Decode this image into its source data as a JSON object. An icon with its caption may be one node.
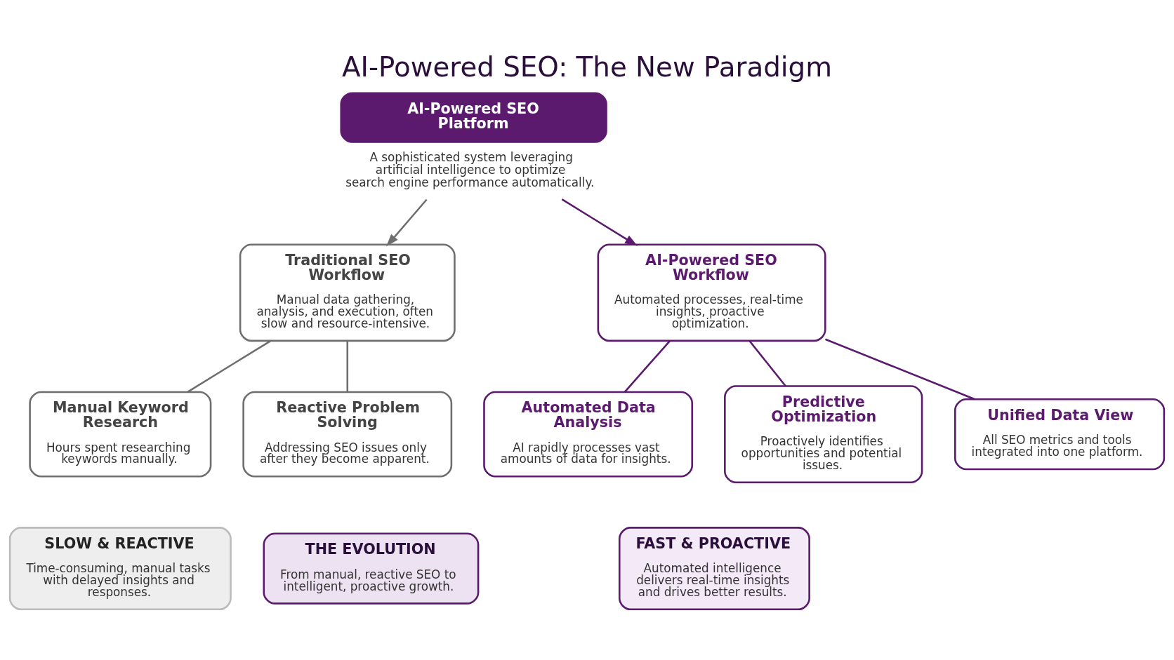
{
  "diagram": {
    "title": "AI-Powered SEO: The New Paradigm",
    "nodes": [
      {
        "text": [
          "Traditional SEO Workflow",
          "Manual data gathering, analysis, and execution, often slow and resource-intensive."
        ]
      },
      {
        "text": [
          "Manual Keyword Research",
          "Hours spent researching keywords manually."
        ]
      },
      {
        "text": [
          "Reactive Problem Solving",
          "Addressing SEO issues only after they become apparent."
        ]
      },
      {
        "text": [
          "AI-Powered SEO Platform"
        ],
        "beside": [
          "A sophisticated system leveraging artificial intelligence to optimize search engine performance automatically."
        ]
      },
      {
        "text": [
          "AI-Powered SEO Workflow",
          "Automated processes, real-time insights, proactive optimization."
        ]
      },
      {
        "text": [
          "Automated Data Analysis",
          "AI rapidly processes vast amounts of data for insights."
        ]
      },
      {
        "text": [
          "Predictive Optimization",
          "Proactively identifies opportunities and potential issues."
        ]
      },
      {
        "text": [
          "Unified Data View",
          "All SEO metrics and tools integrated into one platform."
        ]
      },
      {
        "text": [
          "SLOW & REACTIVE",
          "Time-consuming, manual tasks with delayed insights and responses."
        ]
      },
      {
        "text": [
          "THE EVOLUTION",
          "From manual, reactive SEO to intelligent, proactive growth."
        ]
      },
      {
        "text": [
          "FAST & PROACTIVE",
          "Automated intelligence delivers real-time insights and drives better results."
        ]
      }
    ],
    "edges": [
      {
        "from": 3,
        "to": 0,
        "arrow": "to",
        "color": "#6e6e6e"
      },
      {
        "from": 3,
        "to": 4,
        "arrow": "to"
      },
      {
        "from": 0,
        "to": 1,
        "arrow": "none",
        "color": "#6e6e6e"
      },
      {
        "from": 0,
        "to": 2,
        "arrow": "none",
        "color": "#6e6e6e"
      },
      {
        "from": 4,
        "to": 5,
        "arrow": "none"
      },
      {
        "from": 4,
        "to": 6,
        "arrow": "none"
      },
      {
        "from": 4,
        "to": 7,
        "arrow": "none"
      }
    ]
  }
}
